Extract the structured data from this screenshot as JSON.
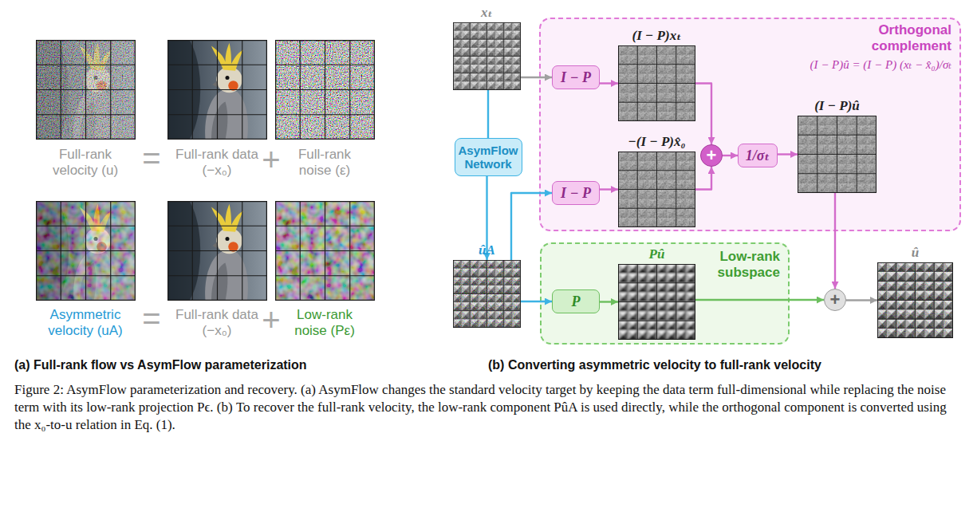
{
  "diagram": {
    "caption": "Figure 2: AsymFlow parameterization and recovery. (a) AsymFlow changes the standard velocity target by keeping the data term full-dimensional while replacing the noise term with its low-rank projection Pϵ. (b) To recover the full-rank velocity, the low-rank component PûA is used directly, while the orthogonal component is converted using the x₀-to-u relation in Eq. (1).",
    "nodes": [
      {
        "text": [
          "xₜ"
        ]
      },
      {
        "text": [
          "AsymFlow Network"
        ]
      },
      {
        "text": [
          "ûA"
        ]
      },
      {
        "text": [
          "Orthogonal complement",
          "(I − P)û = (I − P) (xₜ − x̂₀)/σₜ"
        ]
      },
      {
        "text": [
          "I − P"
        ],
        "in": 3
      },
      {
        "text": [
          "(I − P)xₜ"
        ],
        "in": 3
      },
      {
        "text": [
          "I − P"
        ],
        "in": 3
      },
      {
        "text": [
          "−(I − P)x̂₀"
        ],
        "in": 3
      },
      {
        "text": [
          "+"
        ],
        "in": 3
      },
      {
        "text": [
          "1/σₜ"
        ],
        "in": 3
      },
      {
        "text": [
          "(I − P)û"
        ],
        "in": 3
      },
      {
        "text": [
          "Low-rank subspace"
        ]
      },
      {
        "text": [
          "P"
        ],
        "in": 11
      },
      {
        "text": [
          "Pû"
        ],
        "in": 11
      },
      {
        "text": [
          "+"
        ]
      },
      {
        "text": [
          "û"
        ]
      }
    ],
    "edges": [
      {
        "from": 0,
        "to": 4,
        "arrow": "to"
      },
      {
        "from": 0,
        "to": 1,
        "arrow": "none"
      },
      {
        "from": 1,
        "to": 2,
        "arrow": "to"
      },
      {
        "from": 2,
        "to": 6,
        "arrow": "to"
      },
      {
        "from": 2,
        "to": 12,
        "arrow": "to"
      },
      {
        "from": 4,
        "to": 5,
        "arrow": "to"
      },
      {
        "from": 6,
        "to": 7,
        "arrow": "to"
      },
      {
        "from": 5,
        "to": 8,
        "arrow": "to"
      },
      {
        "from": 7,
        "to": 8,
        "arrow": "to"
      },
      {
        "from": 8,
        "to": 9,
        "arrow": "to"
      },
      {
        "from": 9,
        "to": 10,
        "arrow": "to"
      },
      {
        "from": 12,
        "to": 13,
        "arrow": "to"
      },
      {
        "from": 13,
        "to": 14,
        "arrow": "to"
      },
      {
        "from": 10,
        "to": 14,
        "arrow": "to"
      },
      {
        "from": 14,
        "to": 15,
        "arrow": "to"
      }
    ],
    "labels": [
      "Full-rank velocity (u)",
      "=",
      "Full-rank data (−x₀)",
      "+",
      "Full-rank noise (ε)",
      "Asymmetric velocity (uA)",
      "=",
      "Full-rank data (−x₀)",
      "+",
      "Low-rank noise (Pε)",
      "(a) Full-rank flow vs AsymFlow parameterization",
      "(b) Converting asymmetric velocity to full-rank velocity"
    ]
  }
}
